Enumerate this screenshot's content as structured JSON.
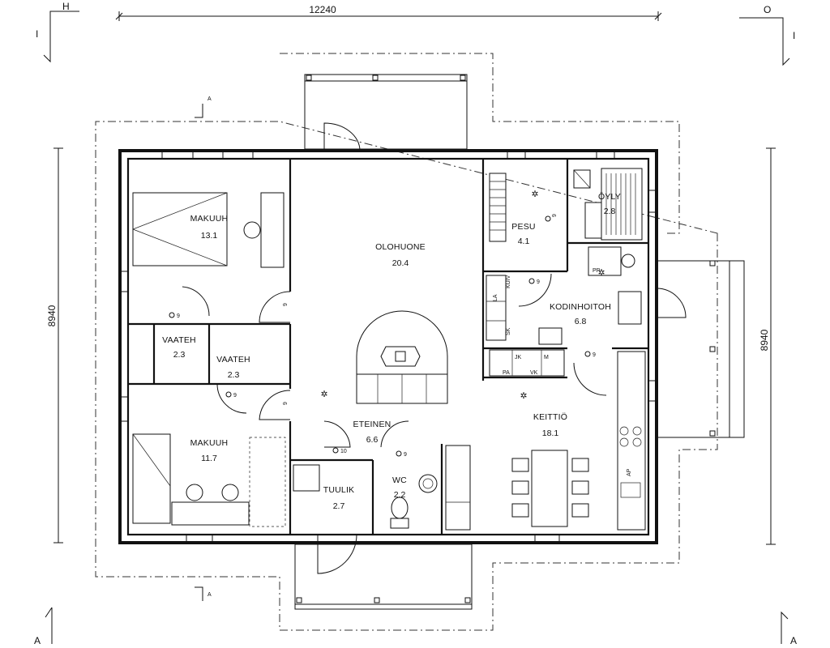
{
  "dimensions": {
    "top_width": "12240",
    "left_depth": "8940",
    "right_depth": "8940"
  },
  "section_marks": {
    "top_left": "H",
    "top_right": "O",
    "side_left": "I",
    "side_right": "I",
    "cut": "A"
  },
  "rooms": {
    "makuuh_1": {
      "name": "MAKUUH",
      "area": "13.1"
    },
    "olohuone": {
      "name": "OLOHUONE",
      "area": "20.4"
    },
    "pesu": {
      "name": "PESU",
      "area": "4.1"
    },
    "oyly": {
      "name": "ÖYLY",
      "area": "2.8"
    },
    "kodinhoitoh": {
      "name": "KODINHOITOH",
      "area": "6.8"
    },
    "vaateh_1": {
      "name": "VAATEH",
      "area": "2.3"
    },
    "vaateh_2": {
      "name": "VAATEH",
      "area": "2.3"
    },
    "makuuh_2": {
      "name": "MAKUUH",
      "area": "11.7"
    },
    "eteinen": {
      "name": "ETEINEN",
      "area": "6.6"
    },
    "keittio": {
      "name": "KEITTIÖ",
      "area": "18.1"
    },
    "tuulik": {
      "name": "TUULIK",
      "area": "2.7"
    },
    "wc": {
      "name": "WC",
      "area": "2.2"
    }
  },
  "closet_labels": {
    "c1": "9",
    "c2": "9",
    "c3": "9",
    "c4": "9",
    "c5": "9",
    "c6": "9",
    "c7": "9",
    "c8": "10",
    "c9": "9",
    "c10": "9"
  },
  "appliance_labels": {
    "la": "LA",
    "kuiv": "KUIV",
    "sk": "SK",
    "jk": "JK",
    "m": "M",
    "pa": "PA",
    "vk": "VK",
    "pp": "PP",
    "ap": "AP"
  }
}
